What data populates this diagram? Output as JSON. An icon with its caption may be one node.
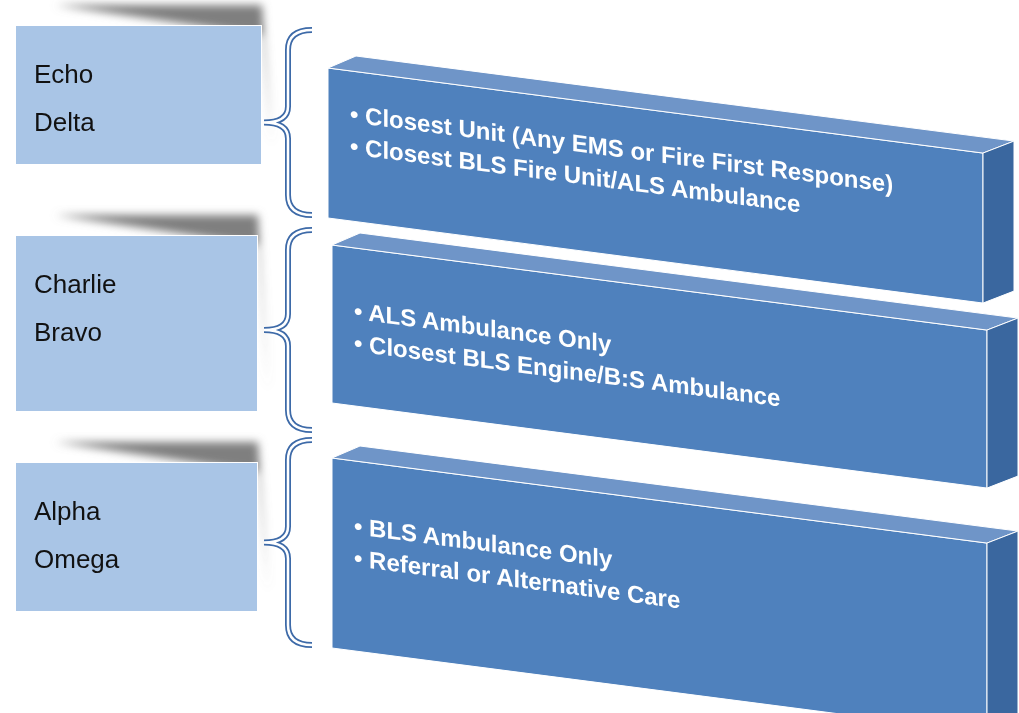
{
  "diagram": {
    "nodes": [
      {
        "text": [
          "Echo",
          "Delta"
        ]
      },
      {
        "text": [
          "• Closest Unit (Any EMS or Fire First Response)",
          "• Closest BLS Fire Unit/ALS Ambulance"
        ]
      },
      {
        "text": [
          "Charlie",
          "Bravo"
        ]
      },
      {
        "text": [
          "• ALS Ambulance Only",
          "• Closest BLS Engine/B:S Ambulance"
        ]
      },
      {
        "text": [
          "Alpha",
          "Omega"
        ]
      },
      {
        "text": [
          "• BLS Ambulance Only",
          "• Referral or Alternative Care"
        ]
      }
    ]
  }
}
